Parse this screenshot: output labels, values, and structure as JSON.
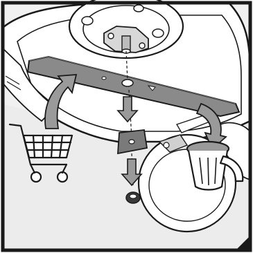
{
  "diagram": {
    "panels": [
      {
        "name": "lawnmower-deck",
        "role": "mower underside tilted up"
      },
      {
        "name": "blade",
        "role": "replacement cutting blade"
      },
      {
        "name": "washer",
        "role": "square blade washer"
      },
      {
        "name": "nut",
        "role": "blade retaining nut"
      }
    ],
    "icons": {
      "shopping_cart": "shopping-cart-icon",
      "trash_bin": "trash-can-icon"
    },
    "colors": {
      "frame": "#1a1a1a",
      "background": "#f2f2f2",
      "deck": "#ffffff",
      "blade": "#8a8a8a",
      "washer": "#7a7a7a",
      "arrow_fill": "#9a9a9a",
      "arrow_stroke": "#1a1a1a",
      "ground": "#e6e6e6"
    }
  }
}
